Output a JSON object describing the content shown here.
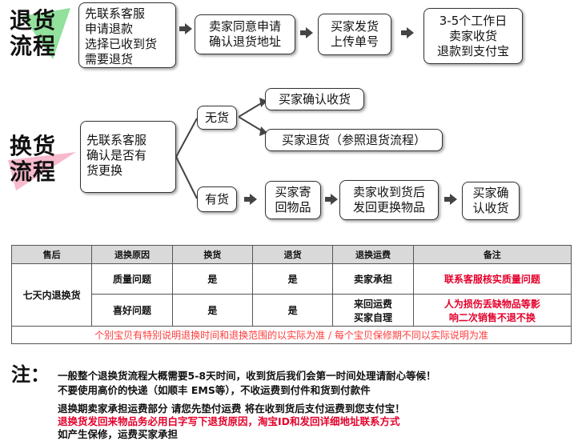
{
  "return_section": {
    "title_line1": "退货",
    "title_line2": "流程",
    "steps": [
      "先联系客服\n申请退款\n选择已收到货\n需要退货",
      "卖家同意申请\n确认退货地址",
      "买家发货\n上传单号",
      "3-5个工作日\n卖家收货\n退款到支付宝"
    ]
  },
  "exchange_section": {
    "title_line1": "换货",
    "title_line2": "流程",
    "start": "先联系客服\n确认是否有\n货更换",
    "branch_no_stock": "无货",
    "no_stock_outcome_1": "买家确认收货",
    "no_stock_outcome_2": "买家退货（参照退货流程）",
    "branch_in_stock": "有货",
    "in_stock_steps": [
      "买家寄\n回物品",
      "卖家收到货后\n发回更换物品",
      "买家确\n认收货"
    ]
  },
  "policy_table": {
    "headers": [
      "售后",
      "退换原因",
      "换货",
      "退货",
      "退换运费",
      "备注"
    ],
    "period": "七天内退换货",
    "rows": [
      {
        "reason": "质量问题",
        "exchange": "是",
        "return": "是",
        "shipping": "卖家承担",
        "note": "联系客服核实质量问题"
      },
      {
        "reason": "喜好问题",
        "exchange": "是",
        "return": "是",
        "shipping": "来回运费\n买家自理",
        "note": "人为损伤丢缺物品等影\n响二次销售不退不换"
      }
    ],
    "footer": "个别宝贝有特别说明退换时间和退换范围的以实际为准 / 每个宝贝保修期不同以实际说明为准"
  },
  "notes": {
    "label": "注：",
    "lines": [
      "一般整个退换货流程大概需要5-8天时间，收到货后我们会第一时间处理请耐心等候！",
      "不要使用高价的快递（如顺丰 EMS等），不收运费到付件和货到付款件",
      "退换期卖家承担运费部分 请您先垫付运费 将在收到货后支付运费到您支付宝！",
      "退换货发回来物品务必用白字写下退货原因，淘宝ID和发回详细地址联系方式",
      "如产生保修，运费买家承担"
    ]
  },
  "colors": {
    "accent_green": "#7fdc8c",
    "accent_pink": "#f6b3c8",
    "highlight_red": "#e4002b"
  }
}
